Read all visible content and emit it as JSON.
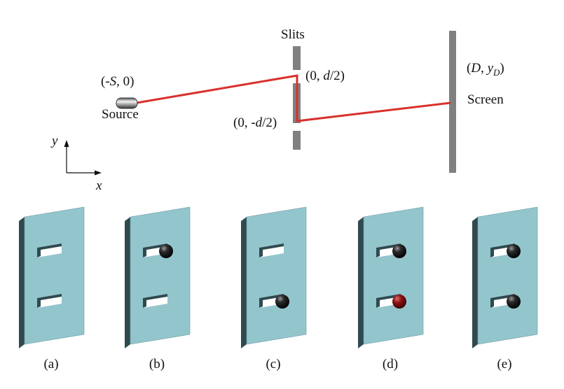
{
  "setup": {
    "slits_label": "Slits",
    "screen_label": "Screen",
    "source_label": "Source",
    "source_coord": {
      "open": "(-",
      "var": "S",
      "close": ", 0)"
    },
    "top_slit_coord": {
      "open": "(0, ",
      "var": "d",
      "close": "/2)"
    },
    "bottom_slit_coord": {
      "open": "(0, -",
      "var": "d",
      "close": "/2)"
    },
    "screen_coord": {
      "open": "(",
      "var1": "D",
      "mid": ", ",
      "var2": "y",
      "sub": "D",
      "close": ")"
    },
    "axis_x": "x",
    "axis_y": "y"
  },
  "colors": {
    "path": "#d9302c",
    "barrier": "#808080",
    "panel_face": "#93c5cd",
    "panel_side": "#2f4a4f",
    "ball_black": "#111111",
    "ball_red": "#7a1010"
  },
  "panels": [
    {
      "label": "(a)",
      "balls": []
    },
    {
      "label": "(b)",
      "balls": [
        {
          "slit": "top",
          "color": "black"
        }
      ]
    },
    {
      "label": "(c)",
      "balls": [
        {
          "slit": "bottom",
          "color": "black"
        }
      ]
    },
    {
      "label": "(d)",
      "balls": [
        {
          "slit": "top",
          "color": "black"
        },
        {
          "slit": "bottom",
          "color": "red"
        }
      ]
    },
    {
      "label": "(e)",
      "balls": [
        {
          "slit": "top",
          "color": "black"
        },
        {
          "slit": "bottom",
          "color": "black"
        }
      ]
    }
  ]
}
